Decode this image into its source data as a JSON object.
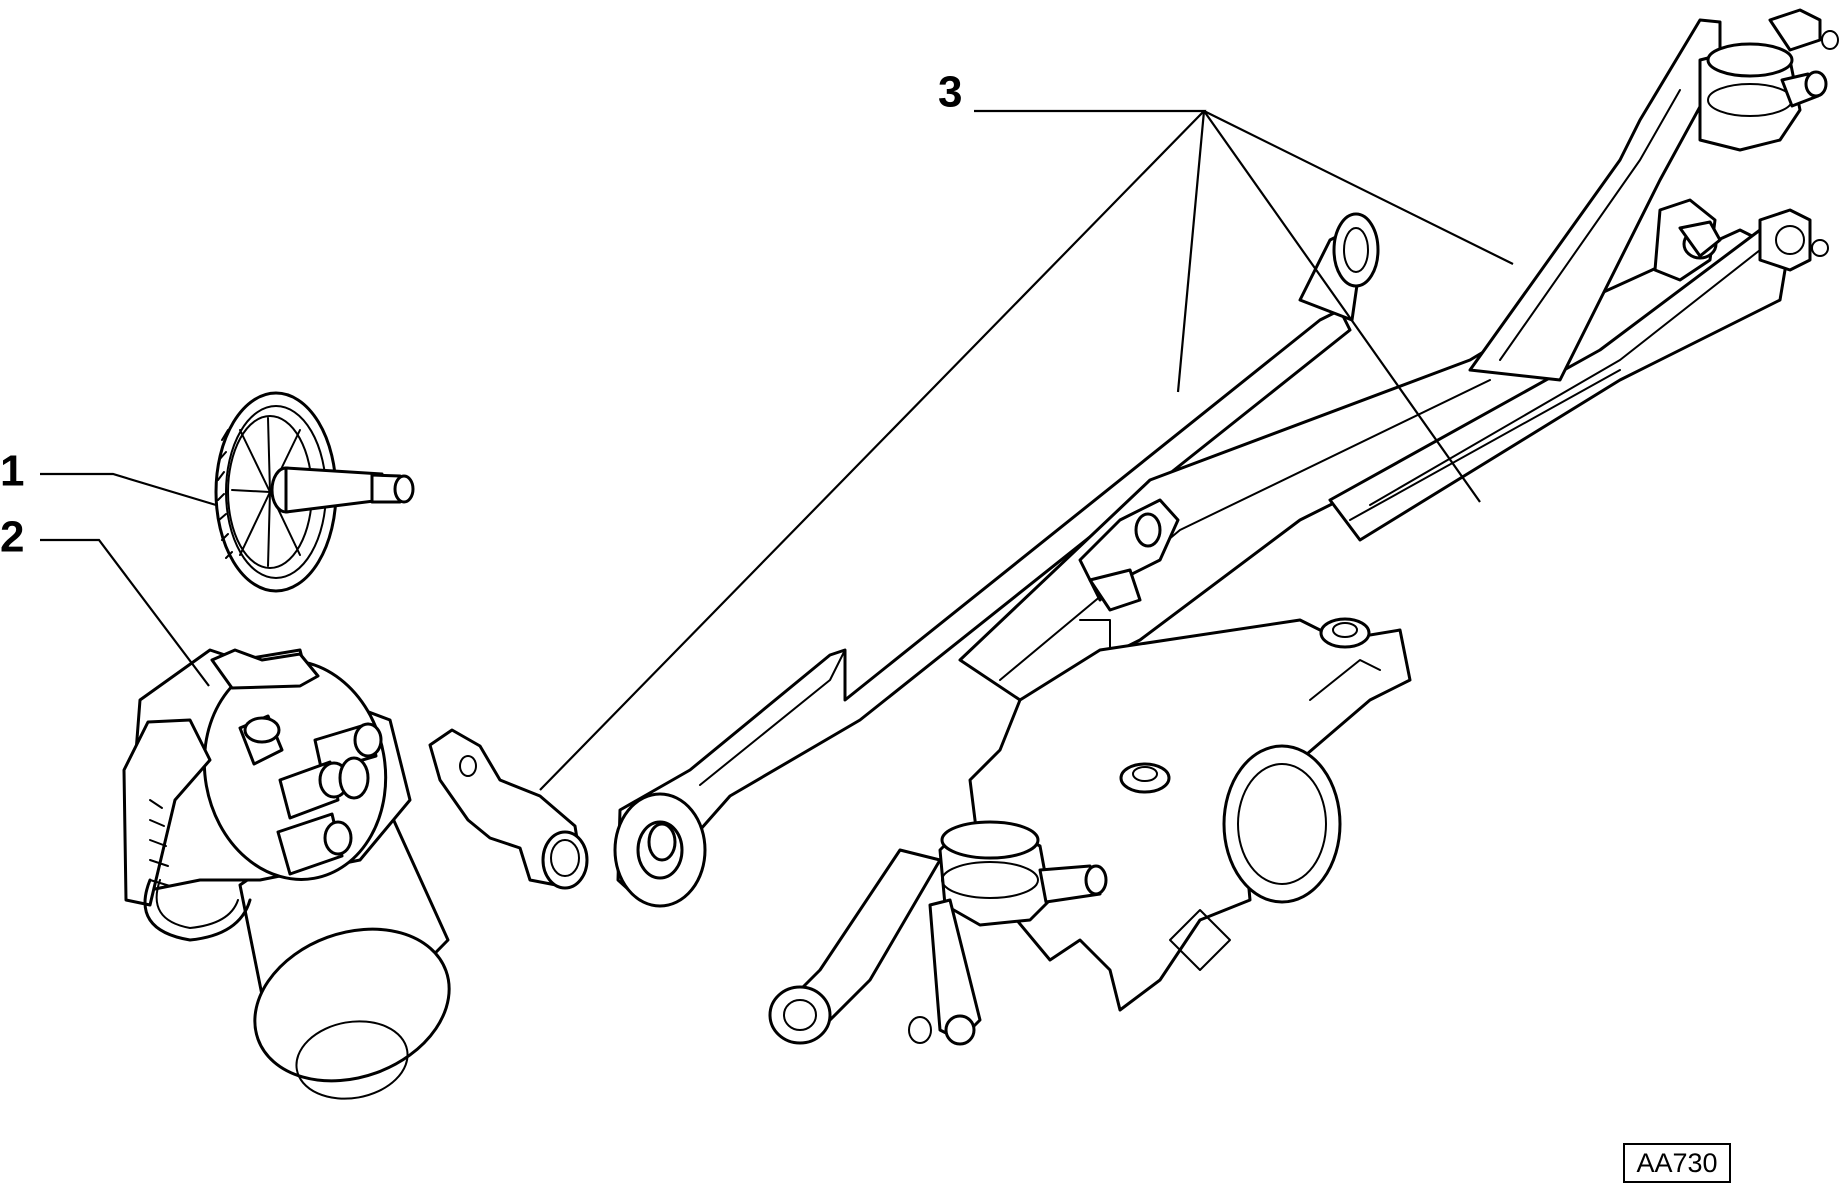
{
  "callouts": [
    {
      "number": "1",
      "part": "gear-shaft"
    },
    {
      "number": "2",
      "part": "wiper-motor"
    },
    {
      "number": "3",
      "part": "wiper-linkage-frame"
    }
  ],
  "reference_code": "AA730",
  "colors": {
    "line": "#000000",
    "background": "#ffffff"
  }
}
